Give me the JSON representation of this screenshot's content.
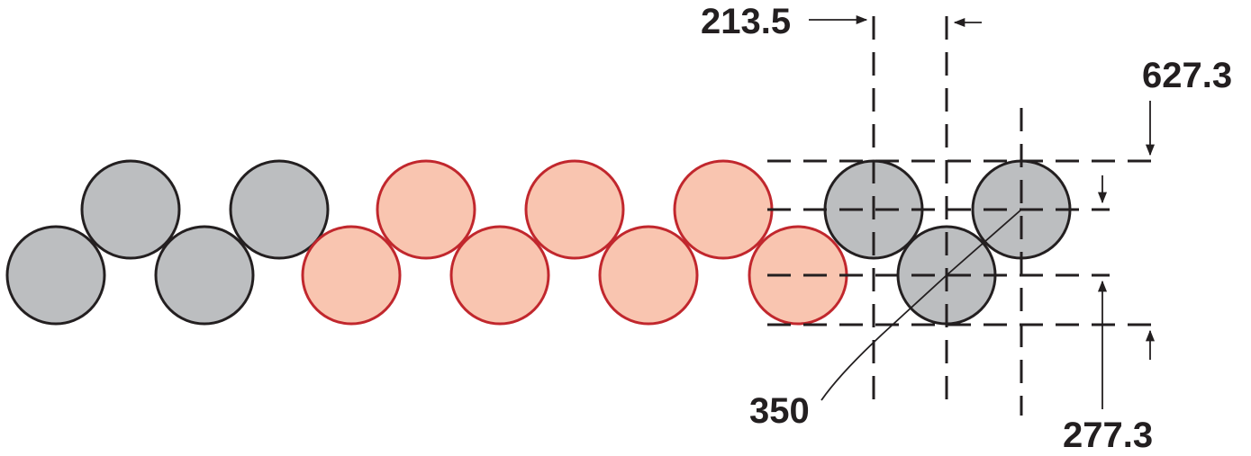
{
  "diagram": {
    "labels": {
      "horizontal_spacing": "213.5",
      "overall_height": "627.3",
      "diameter": "350",
      "vertical_offset": "277.3"
    },
    "colors": {
      "gray_fill": "#bcbec0",
      "pink_fill": "#f9c5b0",
      "pink_stroke": "#c1272d",
      "dark_stroke": "#231f20"
    }
  }
}
